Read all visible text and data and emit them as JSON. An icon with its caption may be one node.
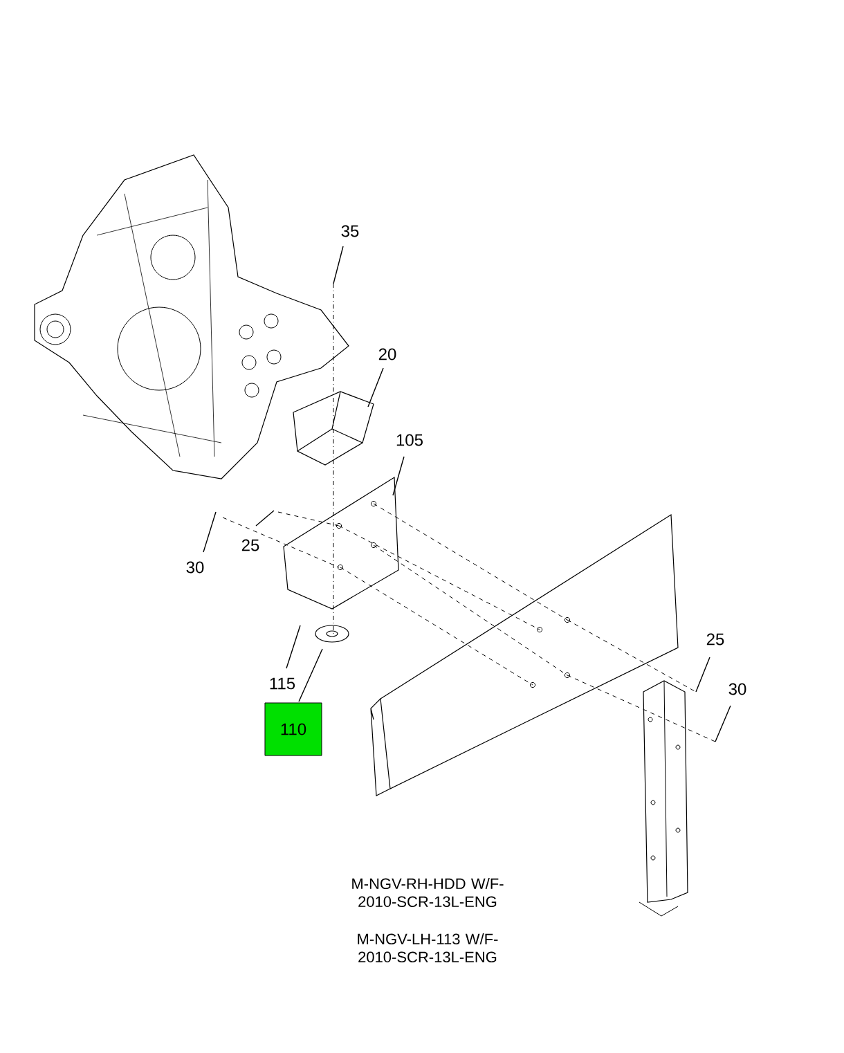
{
  "diagram": {
    "nodes": [
      {
        "text": [
          "35"
        ]
      },
      {
        "text": [
          "20"
        ]
      },
      {
        "text": [
          "105"
        ]
      },
      {
        "text": [
          "30"
        ]
      },
      {
        "text": [
          "25"
        ]
      },
      {
        "text": [
          "115"
        ]
      },
      {
        "text": [
          "110"
        ]
      },
      {
        "text": [
          "25"
        ]
      },
      {
        "text": [
          "30"
        ]
      }
    ],
    "edges": [
      {
        "from": 0,
        "to": null,
        "arrow": "none"
      },
      {
        "from": 1,
        "to": null,
        "arrow": "none"
      },
      {
        "from": 2,
        "to": null,
        "arrow": "none"
      },
      {
        "from": 3,
        "to": null,
        "arrow": "none"
      },
      {
        "from": 4,
        "to": null,
        "arrow": "none"
      },
      {
        "from": 5,
        "to": null,
        "arrow": "none"
      },
      {
        "from": 6,
        "to": null,
        "arrow": "none"
      },
      {
        "from": 7,
        "to": null,
        "arrow": "none"
      },
      {
        "from": 8,
        "to": null,
        "arrow": "none"
      }
    ],
    "labels": [
      "M-NGV-RH-HDD W/F-2010-SCR-13L-ENG",
      "M-NGV-LH-113 W/F-2010-SCR-13L-ENG"
    ]
  }
}
